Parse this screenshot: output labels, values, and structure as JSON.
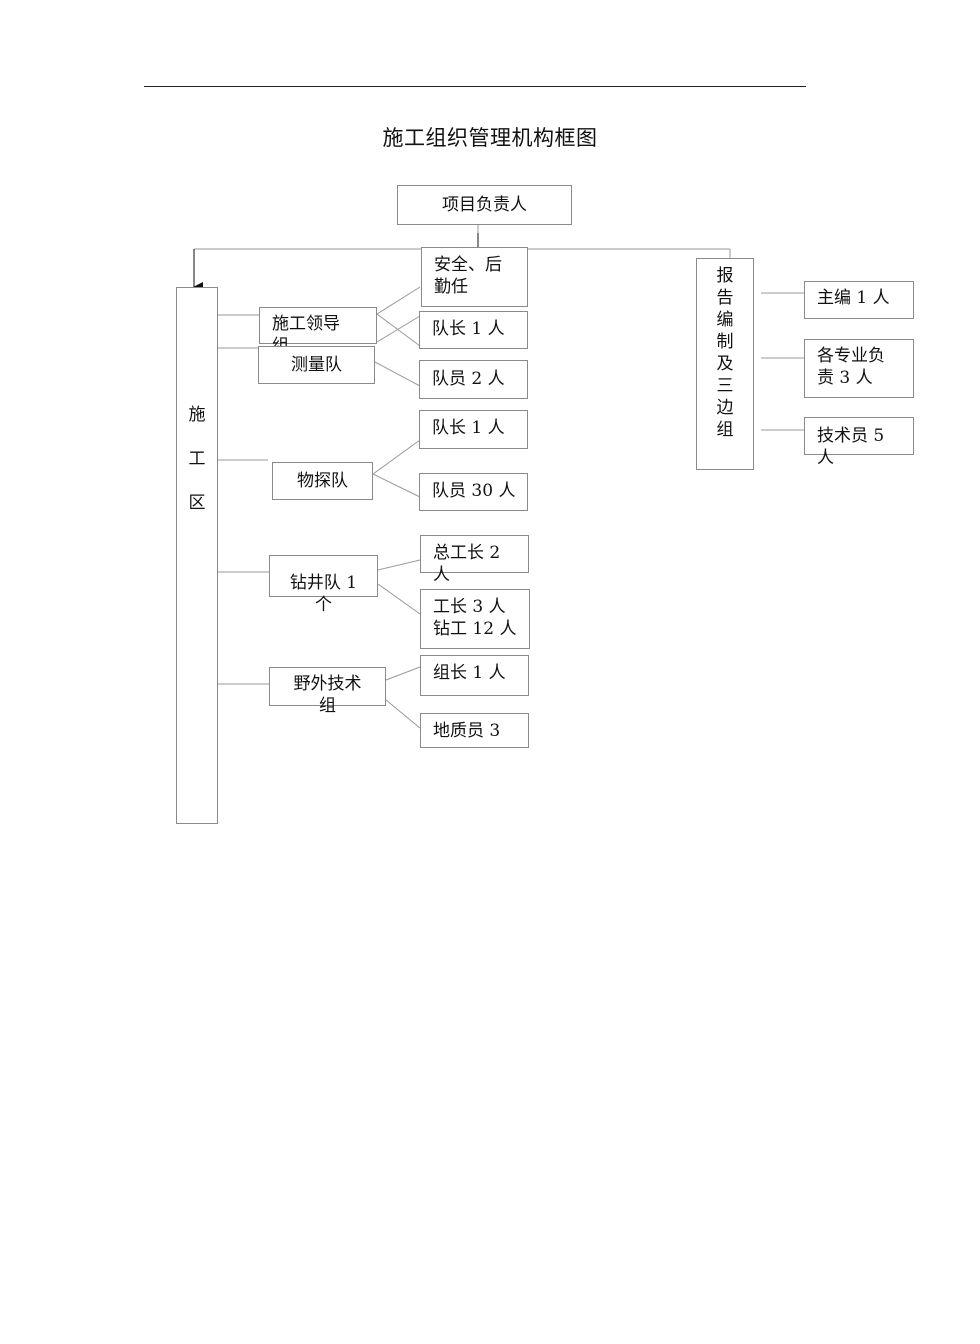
{
  "doc": {
    "title": "施工组织管理机构框图"
  },
  "root": "项目负责人",
  "safety": "安全、后\n勤任",
  "construction_area": "施\n\n工\n\n区",
  "leader_group": "施工领导\n组",
  "survey_team": "测量队",
  "survey_members": [
    "队长 1 人",
    "队员 2 人"
  ],
  "geo_team": "物探队",
  "geo_members": [
    "队长 1 人",
    "队员 30 人"
  ],
  "drill_team": "钻井队 1\n个",
  "drill_members": [
    "总工长 2\n人",
    "工长 3 人\n钻工 12 人"
  ],
  "field_team": "野外技术\n组",
  "field_members": [
    "组长 1 人",
    "地质员 3"
  ],
  "report_group": "报\n告\n编\n制\n及\n三\n边\n组",
  "report_members": [
    "主编 1 人",
    "各专业负\n责 3 人",
    "技术员 5\n人"
  ]
}
